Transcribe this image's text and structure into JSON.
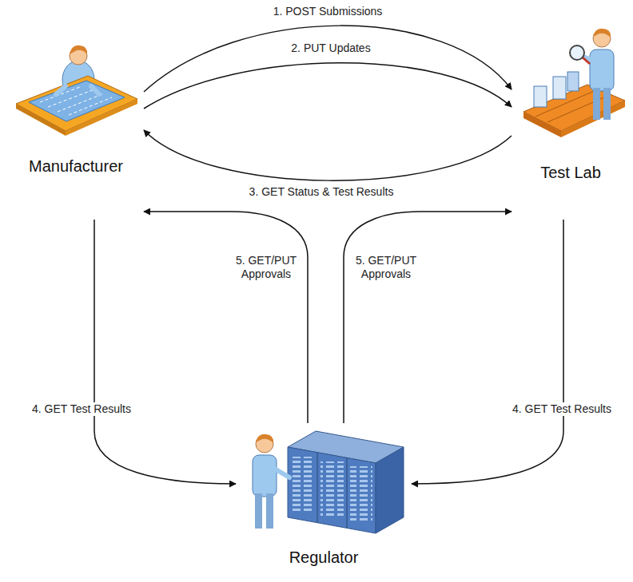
{
  "diagram": {
    "nodes": [
      {
        "text": [
          "Manufacturer"
        ]
      },
      {
        "text": [
          "Test Lab"
        ]
      },
      {
        "text": [
          "Regulator"
        ]
      }
    ],
    "edges": [
      {
        "from": 0,
        "to": 1,
        "label": "1. POST Submissions",
        "arrow": "to"
      },
      {
        "from": 0,
        "to": 1,
        "label": "2. PUT Updates",
        "arrow": "to"
      },
      {
        "from": 1,
        "to": 0,
        "label": "3. GET Status & Test Results",
        "arrow": "to"
      },
      {
        "from": 0,
        "to": 2,
        "label": "4. GET Test Results",
        "arrow": "to"
      },
      {
        "from": 1,
        "to": 2,
        "label": "4. GET Test Results",
        "arrow": "to"
      },
      {
        "from": 2,
        "to": 0,
        "label": "5. GET/PUT Approvals",
        "arrow": "to"
      },
      {
        "from": 2,
        "to": 1,
        "label": "5. GET/PUT Approvals",
        "arrow": "to"
      }
    ]
  }
}
